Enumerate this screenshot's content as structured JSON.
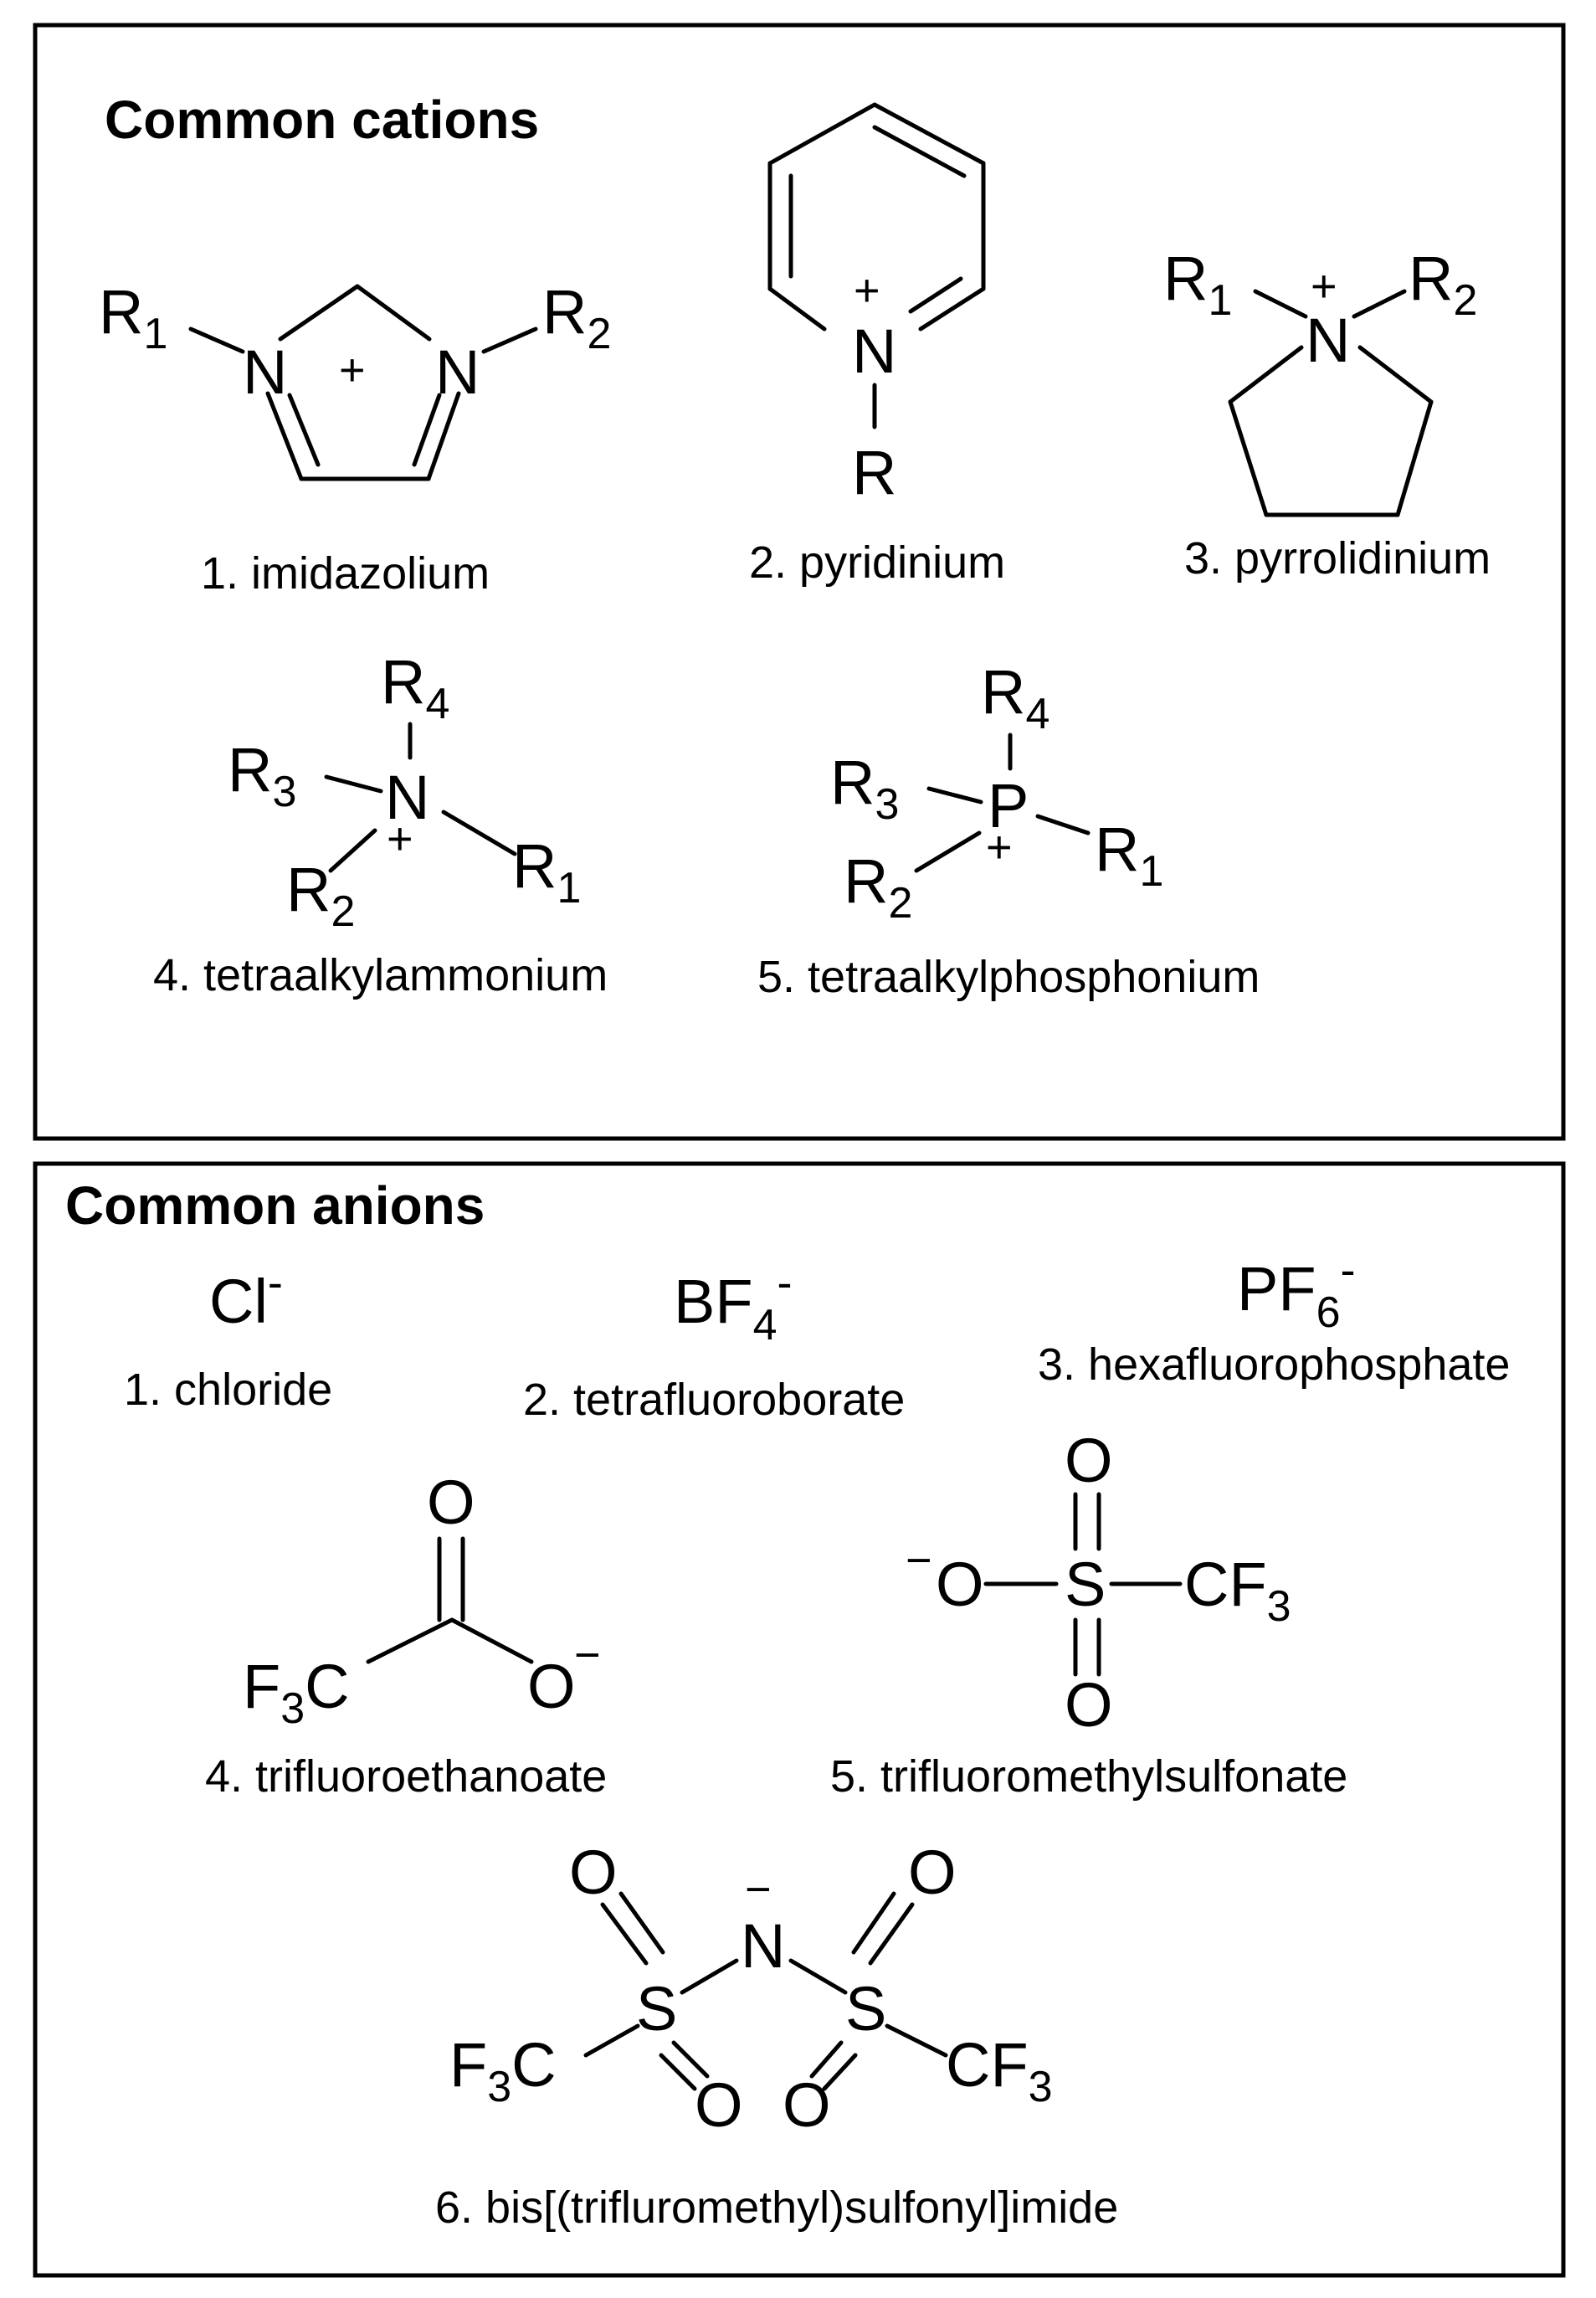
{
  "cations": {
    "title": "Common cations",
    "imidazolium": {
      "label": "1. imidazolium",
      "R1": "R",
      "R1_sub": "1",
      "R2": "R",
      "R2_sub": "2",
      "N": "N",
      "plus": "+"
    },
    "pyridinium": {
      "label": "2. pyridinium",
      "N": "N",
      "R": "R",
      "plus": "+"
    },
    "pyrrolidinium": {
      "label": "3. pyrrolidinium",
      "N": "N",
      "R1": "R",
      "R1_sub": "1",
      "R2": "R",
      "R2_sub": "2",
      "plus": "+"
    },
    "tetraalkylammonium": {
      "label": "4. tetraalkylammonium",
      "N": "N",
      "R1": "R",
      "R1_sub": "1",
      "R2": "R",
      "R2_sub": "2",
      "R3": "R",
      "R3_sub": "3",
      "R4": "R",
      "R4_sub": "4",
      "plus": "+"
    },
    "tetraalkylphosphonium": {
      "label": "5. tetraalkylphosphonium",
      "P": "P",
      "R1": "R",
      "R1_sub": "1",
      "R2": "R",
      "R2_sub": "2",
      "R3": "R",
      "R3_sub": "3",
      "R4": "R",
      "R4_sub": "4",
      "plus": "+"
    }
  },
  "anions": {
    "title": "Common anions",
    "chloride": {
      "label": "1. chloride",
      "formula": "Cl",
      "charge": "-"
    },
    "tetrafluoroborate": {
      "label": "2. tetrafluoroborate",
      "formula": "BF",
      "sub": "4",
      "charge": "-"
    },
    "hexafluorophosphate": {
      "label": "3. hexafluorophosphate",
      "formula": "PF",
      "sub": "6",
      "charge": "-"
    },
    "trifluoroethanoate": {
      "label": "4. trifluoroethanoate",
      "F3C": "F",
      "F3C_sub": "3",
      "F3C_tail": "C",
      "O_top": "O",
      "O_minus": "O",
      "minus": "−"
    },
    "trifluoromethylsulfonate": {
      "label": "5. trifluoromethylsulfonate",
      "O_minus": "O",
      "minus": "−",
      "S": "S",
      "O_top": "O",
      "O_bottom": "O",
      "CF3": "CF",
      "CF3_sub": "3"
    },
    "bistriflimide": {
      "label": "6. bis[(triflurometh­yl)sulfonyl]imide",
      "N": "N",
      "minus": "−",
      "S": "S",
      "O": "O",
      "F3C": "F",
      "F3C_sub": "3",
      "F3C_tail": "C",
      "CF3": "CF",
      "CF3_sub": "3"
    }
  }
}
